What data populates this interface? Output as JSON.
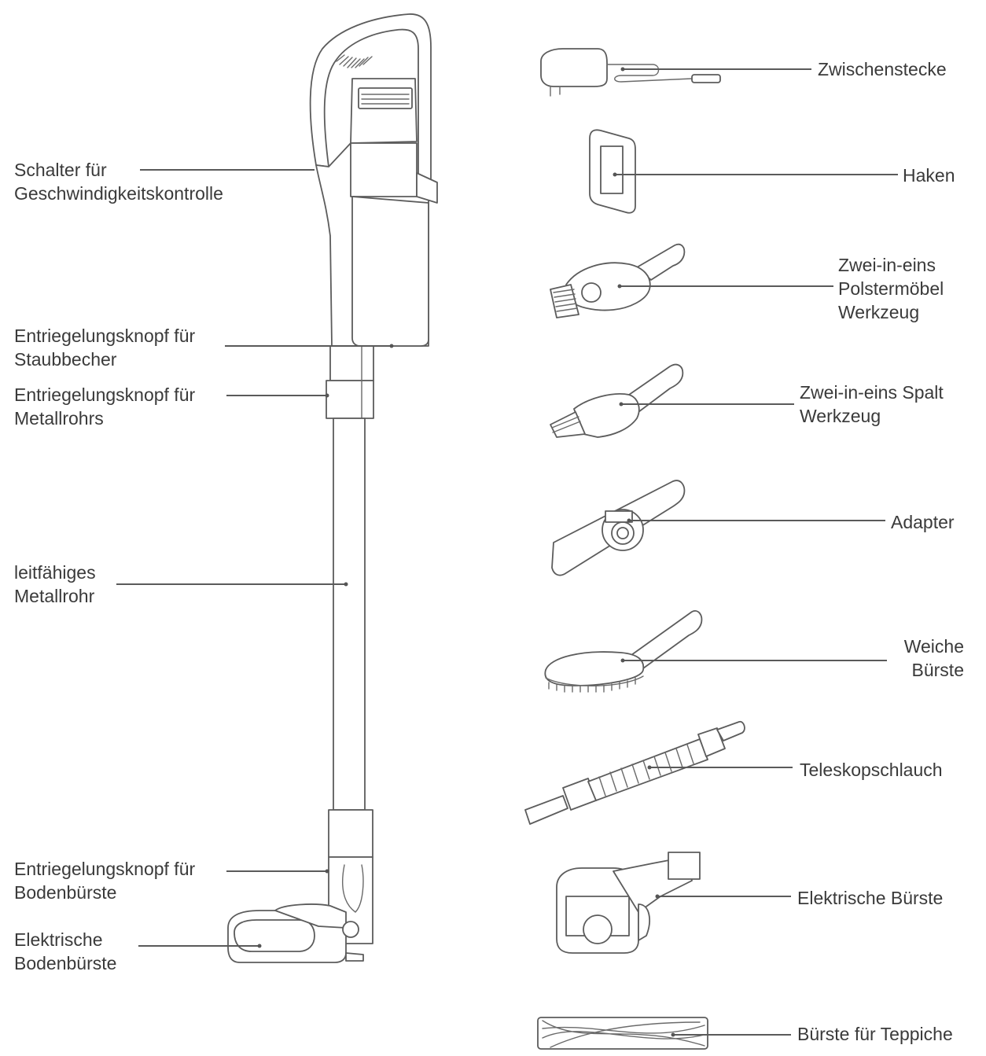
{
  "labels_left": {
    "speed_switch": [
      "Schalter für",
      "Geschwindigkeitskontrolle"
    ],
    "dust_cup_release": [
      "Entriegelungsknopf für",
      "Staubbecher"
    ],
    "tube_release": [
      "Entriegelungsknopf für",
      "Metallrohrs"
    ],
    "metal_tube": [
      "leitfähiges",
      "Metallrohr"
    ],
    "floor_brush_release": [
      "Entriegelungsknopf für",
      "Bodenbürste"
    ],
    "electric_floor_brush": [
      "Elektrische",
      "Bodenbürste"
    ]
  },
  "labels_right": {
    "adapter_plug": "Zwischenstecke",
    "hook": "Haken",
    "upholstery_tool": [
      "Zwei-in-eins",
      "Polstermöbel",
      "Werkzeug"
    ],
    "crevice_tool": [
      "Zwei-in-eins Spalt",
      "Werkzeug"
    ],
    "adapter": "Adapter",
    "soft_brush": [
      "Weiche",
      "Bürste"
    ],
    "telescopic_hose": "Teleskopschlauch",
    "electric_brush": "Elektrische Bürste",
    "carpet_brush": "Bürste für Teppiche"
  },
  "colors": {
    "line": "#5a5a5a",
    "text": "#3a3a3a"
  }
}
